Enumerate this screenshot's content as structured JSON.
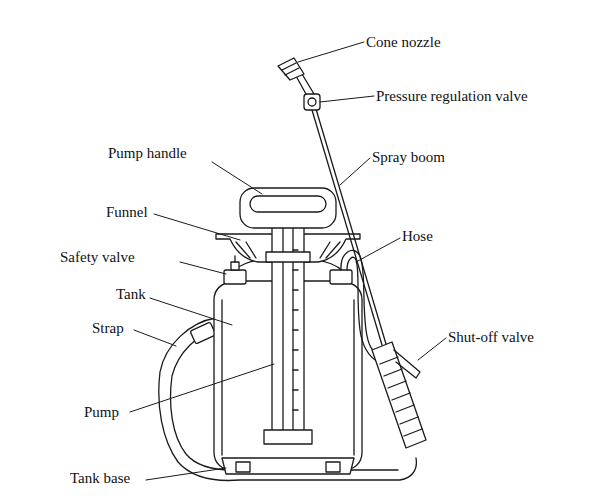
{
  "diagram": {
    "labels": [
      "Cone nozzle",
      "Pressure regulation valve",
      "Pump handle",
      "Spray boom",
      "Funnel",
      "Hose",
      "Safety valve",
      "Tank",
      "Strap",
      "Shut-off valve",
      "Pump",
      "Tank base"
    ]
  }
}
